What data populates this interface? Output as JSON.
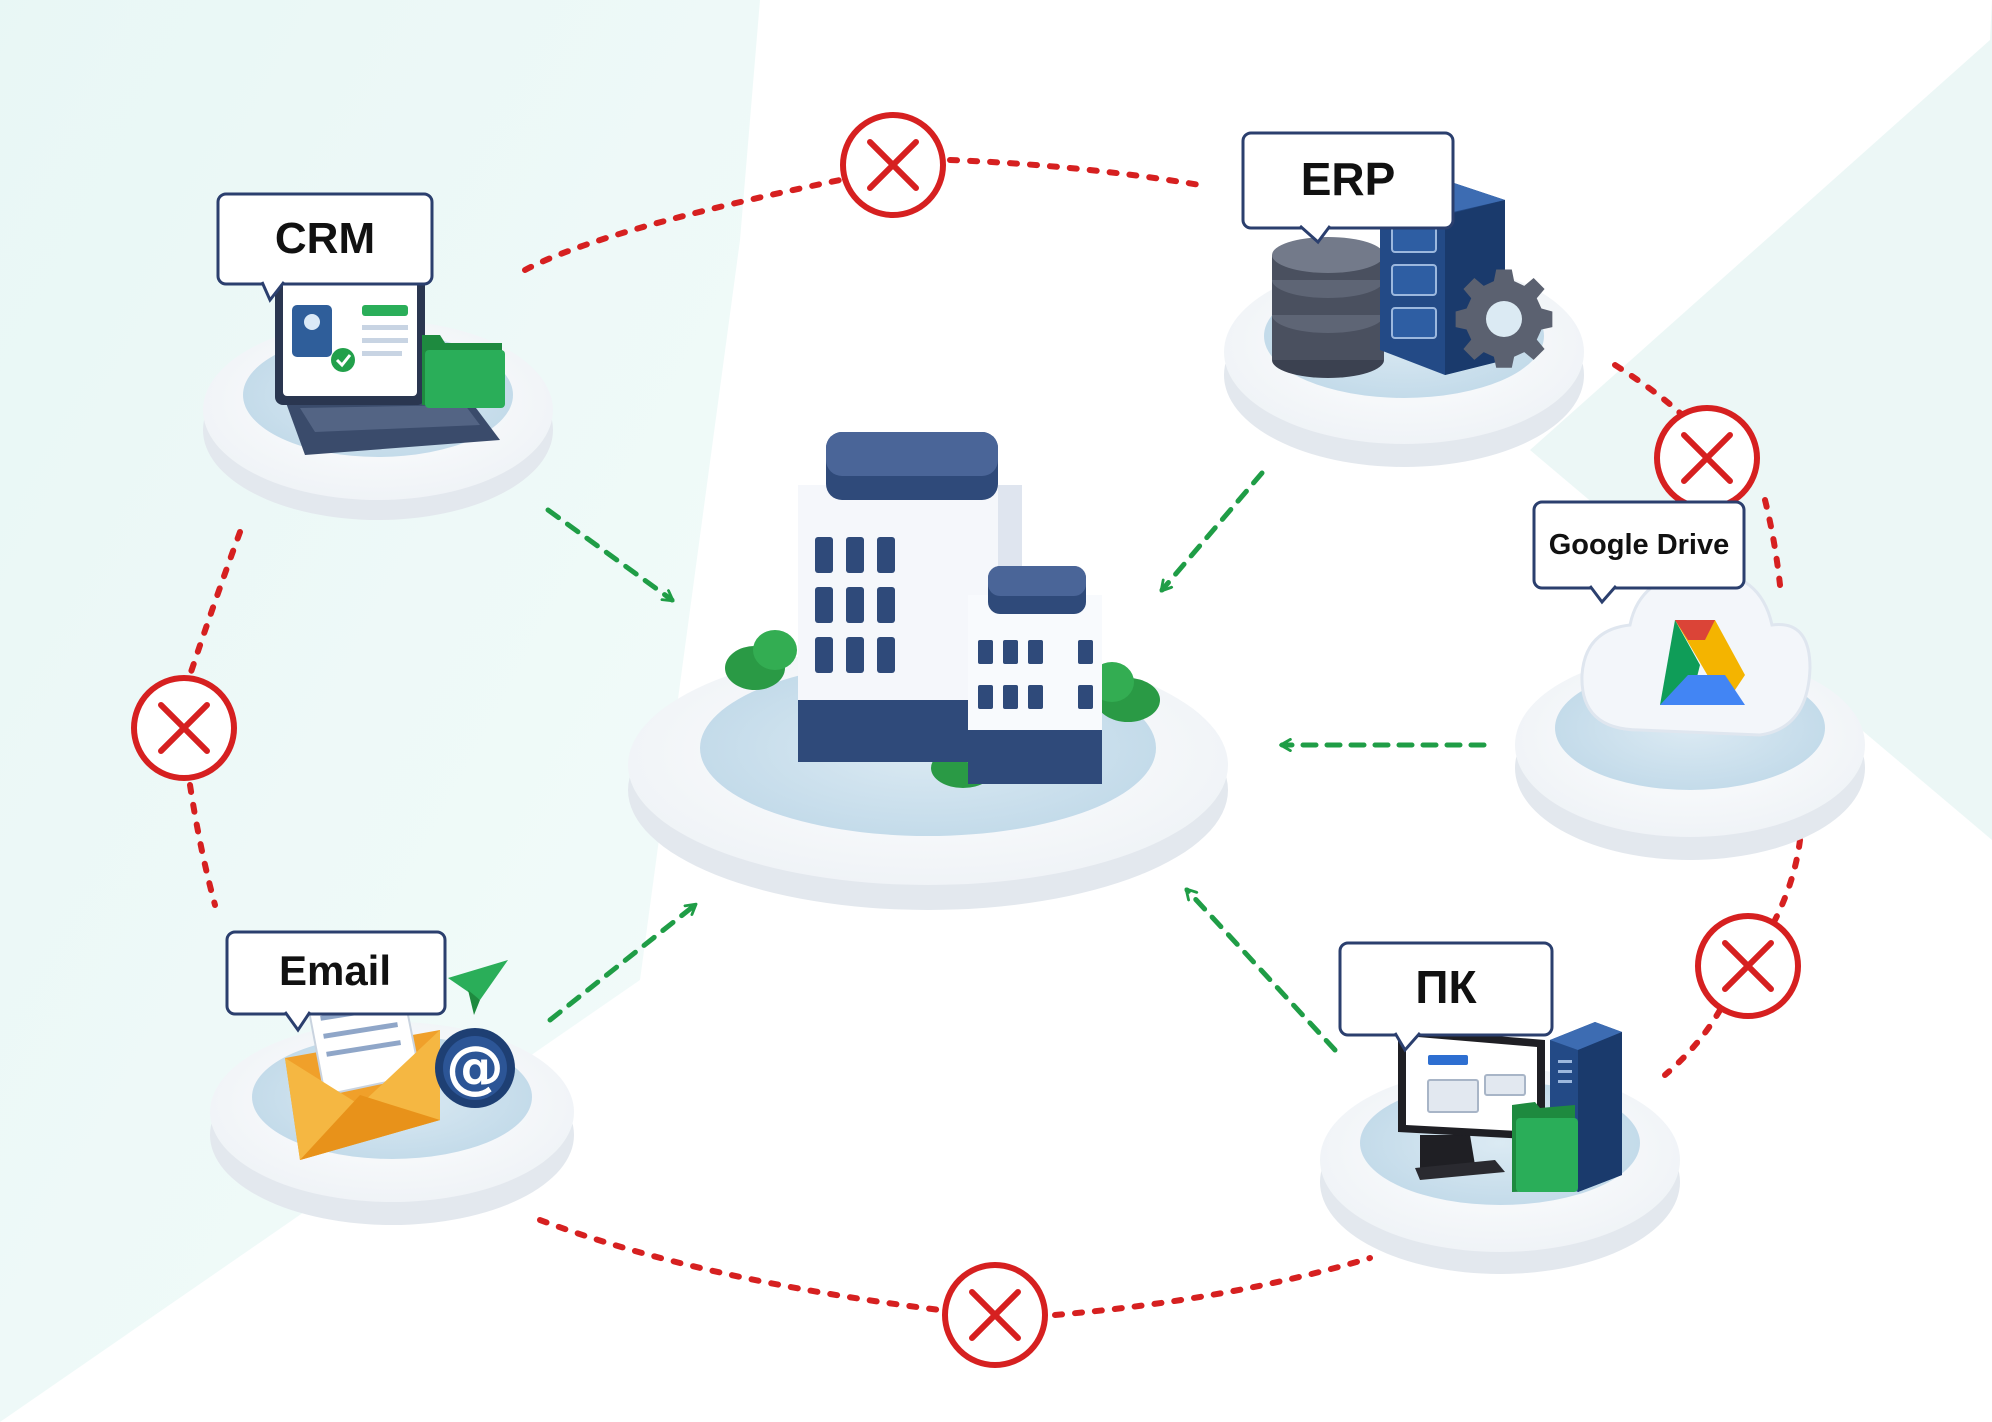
{
  "center": {
    "icon": "office-building-icon"
  },
  "nodes": [
    {
      "id": "crm",
      "label": "CRM",
      "icon": "laptop-crm-icon"
    },
    {
      "id": "erp",
      "label": "ERP",
      "icon": "database-server-gear-icon"
    },
    {
      "id": "gdrive",
      "label": "Google Drive",
      "icon": "cloud-google-drive-icon"
    },
    {
      "id": "pk",
      "label": "ПК",
      "icon": "desktop-computer-icon"
    },
    {
      "id": "email",
      "label": "Email",
      "icon": "envelope-at-icon"
    }
  ],
  "connections": {
    "to_center": [
      "crm",
      "erp",
      "gdrive",
      "pk",
      "email"
    ],
    "blocked_between": [
      [
        "crm",
        "erp"
      ],
      [
        "erp",
        "gdrive"
      ],
      [
        "gdrive",
        "pk"
      ],
      [
        "pk",
        "email"
      ],
      [
        "email",
        "crm"
      ]
    ]
  },
  "colors": {
    "allowed_arrow": "#1f9d46",
    "blocked_link": "#d62020",
    "background_tint": "#e8f6f4",
    "platform": "#f2f4f7",
    "platform_inner": "#cfe3ef",
    "building_dark": "#2f4a7a",
    "label_border": "#2b3f6e"
  }
}
